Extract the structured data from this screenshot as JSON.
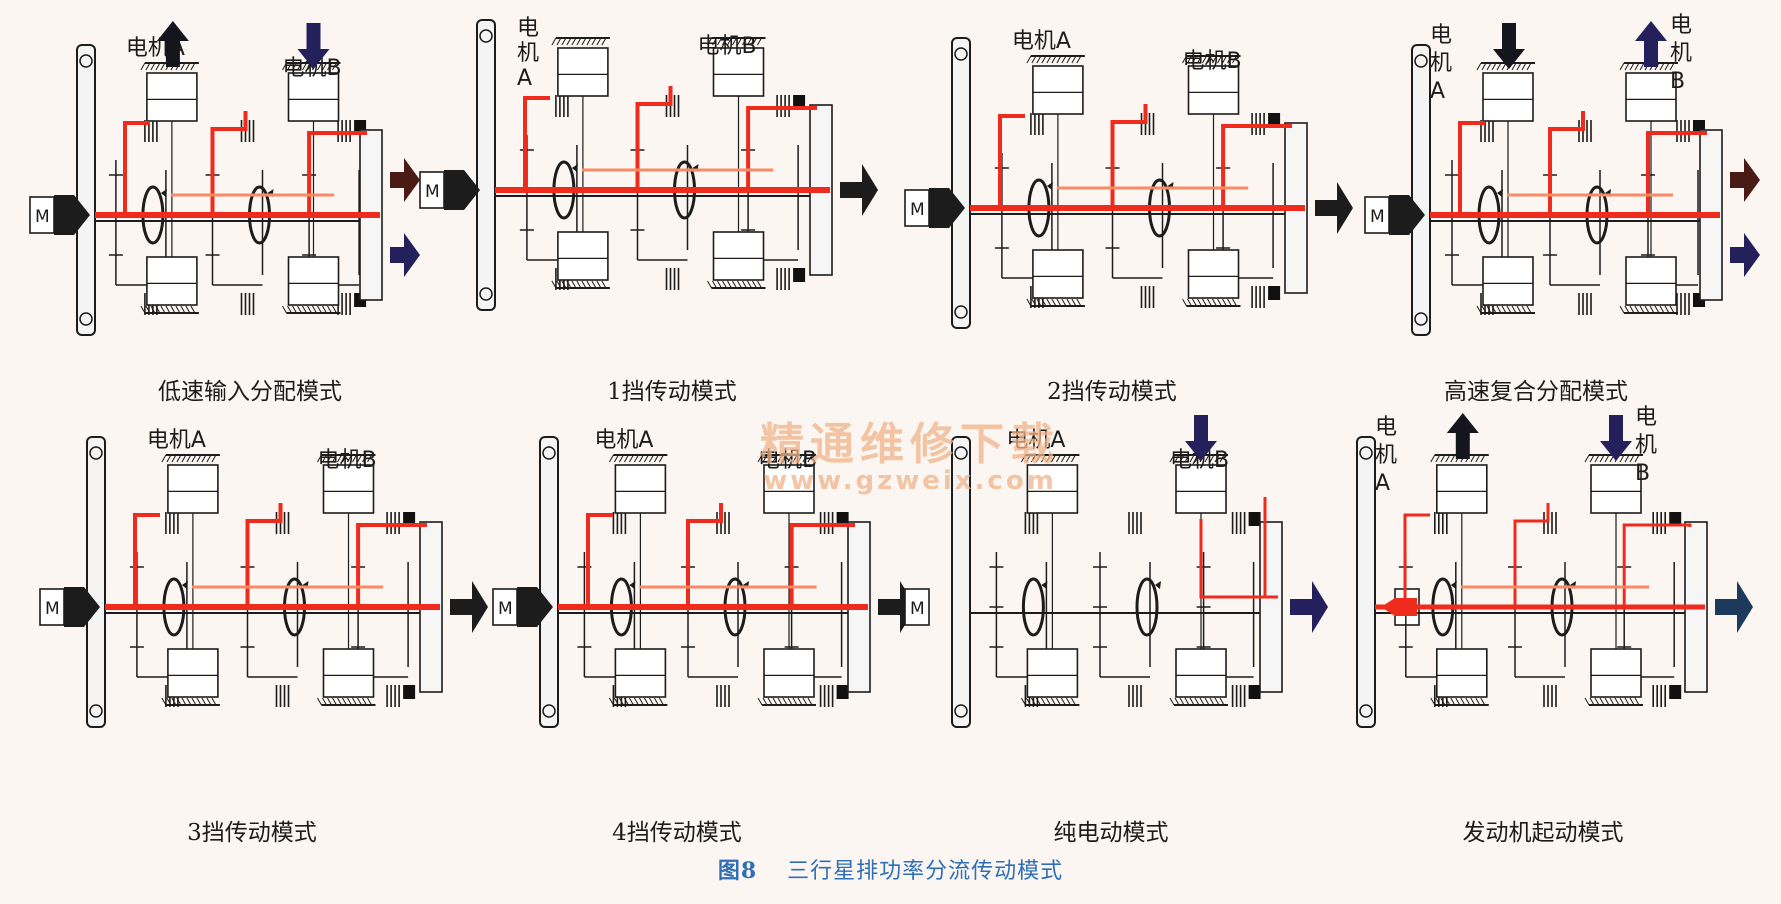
{
  "labels": {
    "motor_a": "电机A",
    "motor_b": "电机B",
    "motor_a_chars": [
      "电",
      "机",
      "A"
    ],
    "motor_b_chars": [
      "电",
      "机",
      "B"
    ],
    "engine": "M"
  },
  "panels": [
    {
      "caption": "低速输入分配模式",
      "label_style": "row",
      "powered": true,
      "power_to_engine": false,
      "outputs": [
        "#4a1a14",
        "#23205c"
      ],
      "motor_a_arrow": "up",
      "motor_b_arrow": "down"
    },
    {
      "caption": "1挡传动模式",
      "label_style": "vertical_a",
      "powered": true,
      "power_to_engine": false,
      "outputs": [
        "#1c1c1c"
      ],
      "motor_a_arrow": "",
      "motor_b_arrow": ""
    },
    {
      "caption": "2挡传动模式",
      "label_style": "row",
      "powered": true,
      "power_to_engine": false,
      "outputs": [
        "#1c1c1c"
      ],
      "motor_a_arrow": "",
      "motor_b_arrow": ""
    },
    {
      "caption": "高速复合分配模式",
      "label_style": "vertical_both",
      "powered": true,
      "power_to_engine": false,
      "outputs": [
        "#4a1a14",
        "#23205c"
      ],
      "motor_a_arrow": "down",
      "motor_b_arrow": "up"
    },
    {
      "caption": "3挡传动模式",
      "label_style": "row",
      "powered": true,
      "power_to_engine": false,
      "outputs": [
        "#1c1c1c"
      ],
      "motor_a_arrow": "",
      "motor_b_arrow": ""
    },
    {
      "caption": "4挡传动模式",
      "label_style": "row",
      "powered": true,
      "power_to_engine": false,
      "outputs": [
        "#1c1c1c"
      ],
      "motor_a_arrow": "",
      "motor_b_arrow": ""
    },
    {
      "caption": "纯电动模式",
      "label_style": "row",
      "powered": false,
      "power_to_engine": false,
      "outputs": [
        "#23205c"
      ],
      "motor_a_arrow": "",
      "motor_b_arrow": "down"
    },
    {
      "caption": "发动机起动模式",
      "label_style": "vertical_both",
      "powered": true,
      "power_to_engine": true,
      "outputs": [
        "#1d3a5c"
      ],
      "motor_a_arrow": "up",
      "motor_b_arrow": "down"
    }
  ],
  "figure": {
    "label": "图8",
    "title": "三行星排功率分流传动模式"
  },
  "watermark": {
    "text": "精通维修下载",
    "url": "www.gzweix.com"
  },
  "colors": {
    "power_flow": "#ee2b1c",
    "power_flow_light": "#f98a63",
    "ink": "#1c1c1c",
    "caption_blue": "#2f6fb8",
    "watermark": "#f0b48a"
  }
}
